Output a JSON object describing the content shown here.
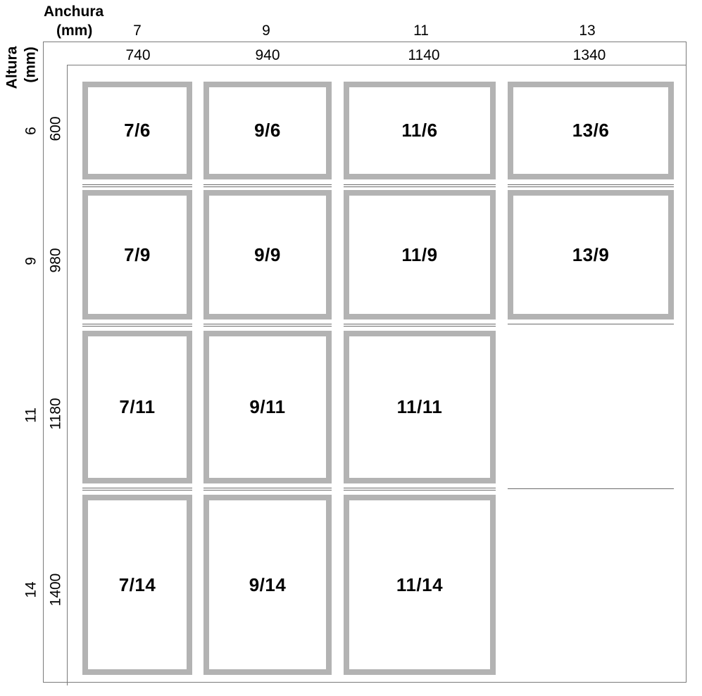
{
  "header": {
    "width_label": "Anchura",
    "width_unit": "(mm)",
    "height_label": "Altura",
    "height_unit": "(mm)"
  },
  "columns": [
    {
      "code": "7",
      "mm": "740"
    },
    {
      "code": "9",
      "mm": "940"
    },
    {
      "code": "11",
      "mm": "1140"
    },
    {
      "code": "13",
      "mm": "1340"
    }
  ],
  "rows": [
    {
      "code": "6",
      "mm": "600"
    },
    {
      "code": "9",
      "mm": "980"
    },
    {
      "code": "11",
      "mm": "1180"
    },
    {
      "code": "14",
      "mm": "1400"
    }
  ],
  "cells": [
    [
      "7/6",
      "9/6",
      "11/6",
      "13/6"
    ],
    [
      "7/9",
      "9/9",
      "11/9",
      "13/9"
    ],
    [
      "7/11",
      "9/11",
      "11/11",
      ""
    ],
    [
      "7/14",
      "9/14",
      "11/14",
      ""
    ]
  ],
  "colors": {
    "window_frame": "#b3b3b3",
    "grid_line": "#7a7a7a"
  }
}
